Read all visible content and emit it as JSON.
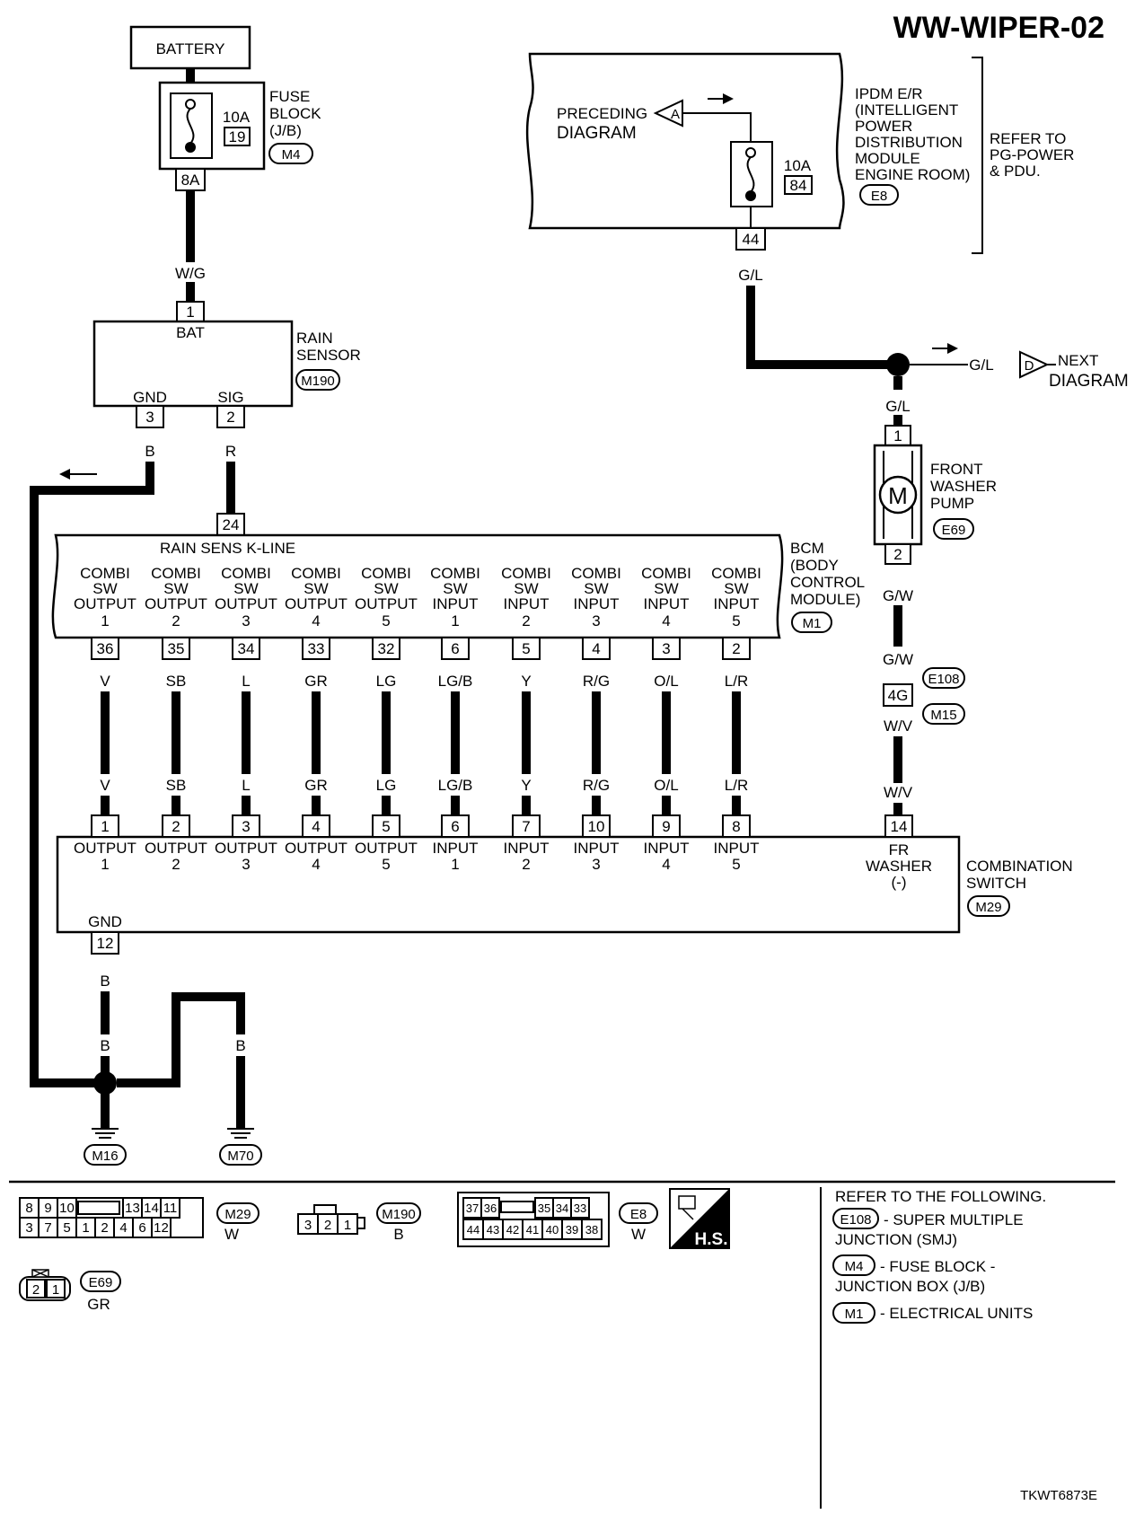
{
  "title": "WW-WIPER-02",
  "battery": {
    "label": "BATTERY"
  },
  "fuse_block": {
    "line1": "FUSE",
    "line2": "BLOCK",
    "line3": "(J/B)",
    "connector": "M4",
    "fuse_amp": "10A",
    "fuse_num": "19",
    "terminal": "8A"
  },
  "ipdm": {
    "line1": "IPDM E/R",
    "line2": "(INTELLIGENT",
    "line3": "POWER",
    "line4": "DISTRIBUTION",
    "line5": "MODULE",
    "line6": "ENGINE ROOM)",
    "connector": "E8",
    "fuse_amp": "10A",
    "fuse_num": "84",
    "terminal": "44",
    "refer1": "REFER TO",
    "refer2": "PG-POWER",
    "refer3": "& PDU."
  },
  "preceding": {
    "line1": "PRECEDING",
    "line2": "DIAGRAM",
    "marker": "A"
  },
  "next": {
    "line1": "NEXT",
    "line2": "DIAGRAM",
    "marker": "D",
    "wire": "G/L"
  },
  "rain_sensor": {
    "line1": "RAIN",
    "line2": "SENSOR",
    "connector": "M190",
    "bat_label": "BAT",
    "bat_pin": "1",
    "bat_wire": "W/G",
    "gnd_label": "GND",
    "gnd_pin": "3",
    "gnd_wire": "B",
    "sig_label": "SIG",
    "sig_pin": "2",
    "sig_wire": "R"
  },
  "ipdm_wire": "G/L",
  "pump": {
    "line1": "FRONT",
    "line2": "WASHER",
    "line3": "PUMP",
    "connector": "E69",
    "pin1": "1",
    "pin2": "2",
    "wire_in": "G/L",
    "wire_out": "G/W",
    "motor": "M"
  },
  "junction": {
    "pin": "4G",
    "conn1": "E108",
    "conn2": "M15",
    "wire_above": "G/W",
    "wire_below": "W/V",
    "wire_bottom": "W/V"
  },
  "bcm": {
    "kline_label": "RAIN SENS K-LINE",
    "kline_pin": "24",
    "line1": "BCM",
    "line2": "(BODY",
    "line3": "CONTROL",
    "line4": "MODULE)",
    "connector": "M1",
    "terminals": [
      {
        "l1": "COMBI",
        "l2": "SW",
        "l3": "OUTPUT",
        "l4": "1",
        "pin": "36",
        "wire": "V"
      },
      {
        "l1": "COMBI",
        "l2": "SW",
        "l3": "OUTPUT",
        "l4": "2",
        "pin": "35",
        "wire": "SB"
      },
      {
        "l1": "COMBI",
        "l2": "SW",
        "l3": "OUTPUT",
        "l4": "3",
        "pin": "34",
        "wire": "L"
      },
      {
        "l1": "COMBI",
        "l2": "SW",
        "l3": "OUTPUT",
        "l4": "4",
        "pin": "33",
        "wire": "GR"
      },
      {
        "l1": "COMBI",
        "l2": "SW",
        "l3": "OUTPUT",
        "l4": "5",
        "pin": "32",
        "wire": "LG"
      },
      {
        "l1": "COMBI",
        "l2": "SW",
        "l3": "INPUT",
        "l4": "1",
        "pin": "6",
        "wire": "LG/B"
      },
      {
        "l1": "COMBI",
        "l2": "SW",
        "l3": "INPUT",
        "l4": "2",
        "pin": "5",
        "wire": "Y"
      },
      {
        "l1": "COMBI",
        "l2": "SW",
        "l3": "INPUT",
        "l4": "3",
        "pin": "4",
        "wire": "R/G"
      },
      {
        "l1": "COMBI",
        "l2": "SW",
        "l3": "INPUT",
        "l4": "4",
        "pin": "3",
        "wire": "O/L"
      },
      {
        "l1": "COMBI",
        "l2": "SW",
        "l3": "INPUT",
        "l4": "5",
        "pin": "2",
        "wire": "L/R"
      }
    ]
  },
  "combo": {
    "line1": "COMBINATION",
    "line2": "SWITCH",
    "connector": "M29",
    "terminals": [
      {
        "l1": "OUTPUT",
        "l2": "1",
        "pin": "1",
        "wire": "V"
      },
      {
        "l1": "OUTPUT",
        "l2": "2",
        "pin": "2",
        "wire": "SB"
      },
      {
        "l1": "OUTPUT",
        "l2": "3",
        "pin": "3",
        "wire": "L"
      },
      {
        "l1": "OUTPUT",
        "l2": "4",
        "pin": "4",
        "wire": "GR"
      },
      {
        "l1": "OUTPUT",
        "l2": "5",
        "pin": "5",
        "wire": "LG"
      },
      {
        "l1": "INPUT",
        "l2": "1",
        "pin": "6",
        "wire": "LG/B"
      },
      {
        "l1": "INPUT",
        "l2": "2",
        "pin": "7",
        "wire": "Y"
      },
      {
        "l1": "INPUT",
        "l2": "3",
        "pin": "10",
        "wire": "R/G"
      },
      {
        "l1": "INPUT",
        "l2": "4",
        "pin": "9",
        "wire": "O/L"
      },
      {
        "l1": "INPUT",
        "l2": "5",
        "pin": "8",
        "wire": "L/R"
      }
    ],
    "fr_l1": "FR",
    "fr_l2": "WASHER",
    "fr_l3": "(-)",
    "fr_pin": "14",
    "gnd_label": "GND",
    "gnd_pin": "12"
  },
  "ground": {
    "wire": "B",
    "conn1": "M16",
    "conn2": "M70"
  },
  "legend": {
    "m29": {
      "row1": [
        "8",
        "9",
        "10",
        "",
        "13",
        "14",
        "11"
      ],
      "row2": [
        "3",
        "7",
        "5",
        "1",
        "2",
        "4",
        "6",
        "12"
      ],
      "code": "M29",
      "color": "W"
    },
    "m190": {
      "pins": [
        "3",
        "2",
        "1"
      ],
      "code": "M190",
      "color": "B"
    },
    "e8": {
      "row1": [
        "37",
        "36",
        "",
        "35",
        "34",
        "33"
      ],
      "row2": [
        "44",
        "43",
        "42",
        "41",
        "40",
        "39",
        "38"
      ],
      "code": "E8",
      "color": "W"
    },
    "e69": {
      "pins": [
        "2",
        "1"
      ],
      "code": "E69",
      "color": "GR"
    },
    "hs": "H.S.",
    "refer_title": "REFER TO THE FOLLOWING.",
    "ref1_code": "E108",
    "ref1_text1": "- SUPER MULTIPLE",
    "ref1_text2": "JUNCTION (SMJ)",
    "ref2_code": "M4",
    "ref2_text1": "- FUSE BLOCK -",
    "ref2_text2": "JUNCTION BOX (J/B)",
    "ref3_code": "M1",
    "ref3_text1": "- ELECTRICAL UNITS"
  },
  "figure_code": "TKWT6873E"
}
